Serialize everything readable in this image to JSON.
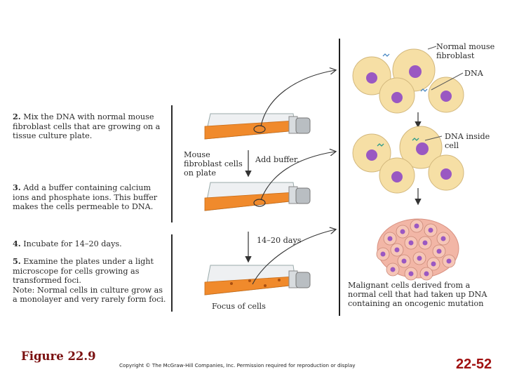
{
  "steps": {
    "step2": {
      "num": "2.",
      "text": "Mix the DNA with normal mouse fibroblast cells that are growing on a tissue culture plate."
    },
    "step3": {
      "num": "3.",
      "text": "Add a buffer containing calcium ions and phosphate ions. This buffer makes the cells permeable to DNA."
    },
    "step4": {
      "num": "4.",
      "text": "Incubate for 14–20 days."
    },
    "step5": {
      "num": "5.",
      "text": "Examine the plates under a light microscope for cells growing as transformed foci.",
      "note": "Note: Normal cells in culture grow as a monolayer and very rarely form foci."
    }
  },
  "labels": {
    "normal_fibroblast": "Normal mouse fibroblast",
    "dna": "DNA",
    "mouse_fibroblast_cells": "Mouse fibroblast cells on plate",
    "add_buffer": "Add buffer.",
    "dna_inside_cell": "DNA inside cell",
    "days": "14–20 days",
    "malignant": "Malignant cells derived from a normal cell that had taken up DNA containing an oncogenic mutation",
    "focus": "Focus of cells"
  },
  "footer": {
    "figure": "Figure 22.9",
    "copyright": "Copyright © The McGraw-Hill Companies, Inc. Permission required for reproduction or display",
    "slide_number": "22-52"
  },
  "colors": {
    "cell_fill": "#f6dfa5",
    "nucleus": "#9a58c2",
    "flask_medium": "#f08a2c",
    "malignant_cell": "#f2b6a6",
    "title_red": "#7a1010"
  }
}
